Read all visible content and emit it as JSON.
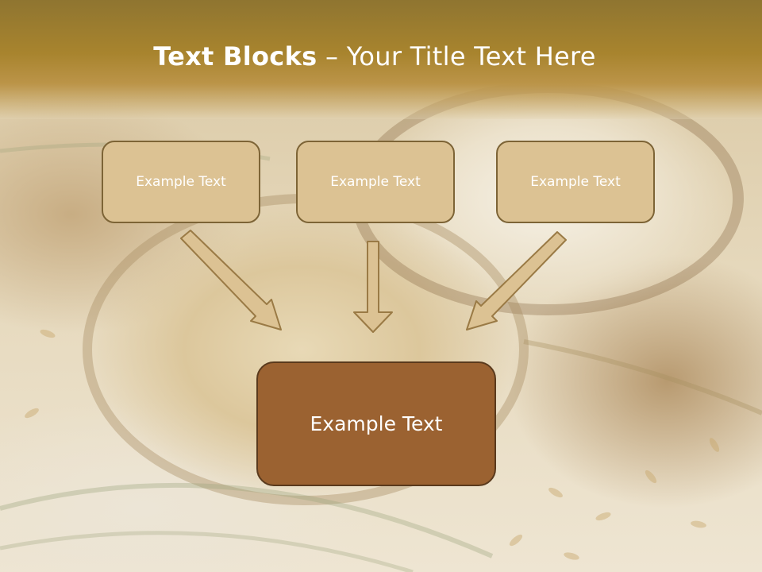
{
  "slide": {
    "title_bold": "Text Blocks",
    "title_dash": " – ",
    "title_rest": "Your Title Text Here"
  },
  "blocks": [
    {
      "label": "Example Text"
    },
    {
      "label": "Example Text"
    },
    {
      "label": "Example Text"
    }
  ],
  "result_block": {
    "label": "Example Text"
  },
  "colors": {
    "header": "#a8842e",
    "block_fill": "#dcc293",
    "block_border": "#7d6436",
    "result_fill": "#9b6231",
    "result_border": "#5a3a1d",
    "arrow_fill": "#dcc293",
    "arrow_border": "#9a7a45"
  },
  "icons": [
    "arrow-down-right-icon",
    "arrow-down-icon",
    "arrow-down-left-icon"
  ]
}
